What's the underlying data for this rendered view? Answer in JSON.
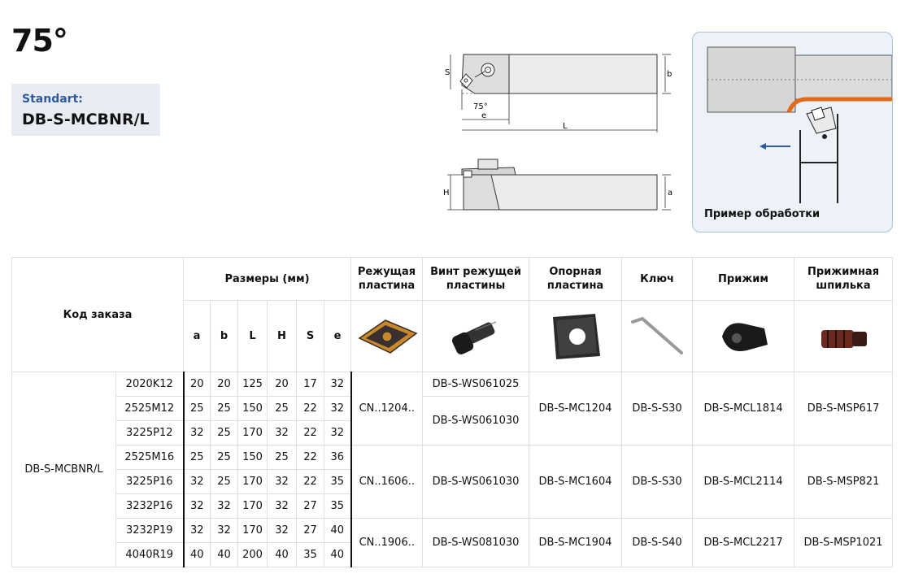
{
  "angle": "75°",
  "standard": {
    "label": "Standart:",
    "code": "DB-S-MCBNR/L"
  },
  "diagram": {
    "dim_S": "S",
    "dim_b": "b",
    "dim_angle": "75°",
    "dim_e": "e",
    "dim_L": "L",
    "dim_H": "H",
    "dim_a": "a"
  },
  "example_label": "Пример обработки",
  "table": {
    "order_code_header": "Код заказа",
    "dims_header": "Размеры (мм)",
    "dim_cols": [
      "a",
      "b",
      "L",
      "H",
      "S",
      "e"
    ],
    "insert_header": "Режущая пластина",
    "screw_header": "Винт режущей пластины",
    "shim_header": "Опорная пластина",
    "key_header": "Ключ",
    "clamp_header": "Прижим",
    "pin_header": "Прижимная шпилька",
    "icons": [
      "insert-icon",
      "screw-icon",
      "shim-icon",
      "key-icon",
      "clamp-icon",
      "pin-icon"
    ],
    "series": "DB-S-MCBNR/L",
    "rows": [
      {
        "code": "2020K12",
        "a": "20",
        "b": "20",
        "L": "125",
        "H": "20",
        "S": "17",
        "e": "32"
      },
      {
        "code": "2525M12",
        "a": "25",
        "b": "25",
        "L": "150",
        "H": "25",
        "S": "22",
        "e": "32"
      },
      {
        "code": "3225P12",
        "a": "32",
        "b": "25",
        "L": "170",
        "H": "32",
        "S": "22",
        "e": "32"
      },
      {
        "code": "2525M16",
        "a": "25",
        "b": "25",
        "L": "150",
        "H": "25",
        "S": "22",
        "e": "36"
      },
      {
        "code": "3225P16",
        "a": "32",
        "b": "25",
        "L": "170",
        "H": "32",
        "S": "22",
        "e": "35"
      },
      {
        "code": "3232P16",
        "a": "32",
        "b": "32",
        "L": "170",
        "H": "32",
        "S": "27",
        "e": "35"
      },
      {
        "code": "3232P19",
        "a": "32",
        "b": "32",
        "L": "170",
        "H": "32",
        "S": "27",
        "e": "40"
      },
      {
        "code": "4040R19",
        "a": "40",
        "b": "40",
        "L": "200",
        "H": "40",
        "S": "35",
        "e": "40"
      }
    ],
    "groups": [
      {
        "insert": "CN..1204..",
        "screws": [
          "DB-S-WS061025",
          "DB-S-WS061030"
        ],
        "shim": "DB-S-MC1204",
        "key": "DB-S-S30",
        "clamp": "DB-S-MCL1814",
        "pin": "DB-S-MSP617"
      },
      {
        "insert": "CN..1606..",
        "screws": [
          "DB-S-WS061030"
        ],
        "shim": "DB-S-MC1604",
        "key": "DB-S-S30",
        "clamp": "DB-S-MCL2114",
        "pin": "DB-S-MSP821"
      },
      {
        "insert": "CN..1906..",
        "screws": [
          "DB-S-WS081030"
        ],
        "shim": "DB-S-MC1904",
        "key": "DB-S-S40",
        "clamp": "DB-S-MCL2217",
        "pin": "DB-S-MSP1021"
      }
    ]
  },
  "colors": {
    "accent": "#2e5a9e",
    "chip": "#e06a1b",
    "box_bg": "#e9edf3"
  }
}
